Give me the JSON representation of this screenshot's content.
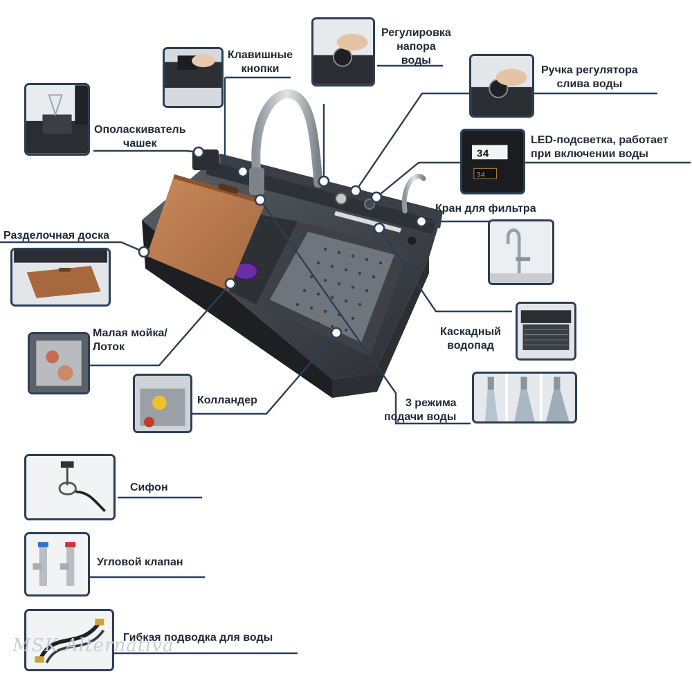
{
  "labels": {
    "cup_rinser": [
      "Ополаскиватель",
      "чашек"
    ],
    "key_buttons": [
      "Клавишные",
      "кнопки"
    ],
    "pressure": [
      "Регулировка",
      "напора",
      "воды"
    ],
    "drain_knob": [
      "Ручка регулятора",
      "слива воды"
    ],
    "led": [
      "LED-подсветка, работает",
      "при включении воды"
    ],
    "filter_tap": "Кран для фильтра",
    "board": "Разделочная доска",
    "cascade": [
      "Каскадный",
      "водопад"
    ],
    "small_sink": [
      "Малая мойка/",
      "Лоток"
    ],
    "colander": "Колландер",
    "modes": [
      "3 режима",
      "подачи воды"
    ],
    "siphon": "Сифон",
    "angle_valve": "Угловой клапан",
    "hose": "Гибкая подводка для воды"
  },
  "led_display": "34°C",
  "watermark": "MSK Alternativa"
}
